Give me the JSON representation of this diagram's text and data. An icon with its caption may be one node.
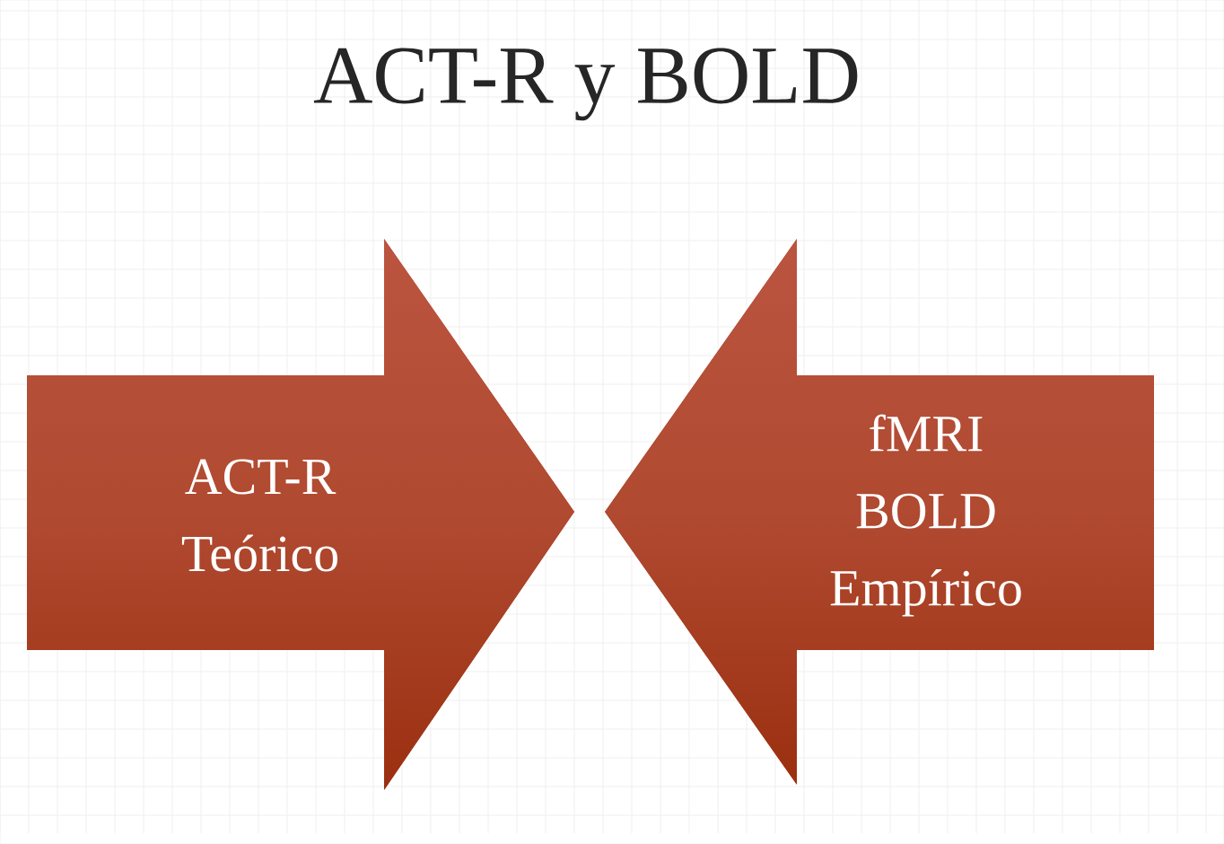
{
  "diagram": {
    "title": "ACT-R y BOLD",
    "nodes": [
      {
        "text": [
          "ACT-R Teórico"
        ]
      },
      {
        "text": [
          "fMRI BOLD Empírico"
        ]
      }
    ]
  }
}
